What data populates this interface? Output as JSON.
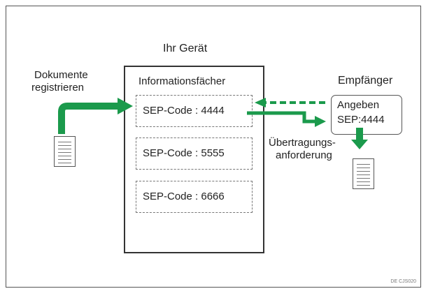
{
  "device": {
    "title": "Ihr Gerät",
    "box_title": "Informationsfächer",
    "slots": [
      "SEP-Code : 4444",
      "SEP-Code : 5555",
      "SEP-Code : 6666"
    ]
  },
  "register": {
    "line1": "Dokumente",
    "line2": "registrieren"
  },
  "receiver": {
    "title": "Empfänger",
    "line1": "Angeben",
    "line2": "SEP:4444"
  },
  "request": {
    "line1": "Übertragungs-",
    "line2": "anforderung"
  },
  "image_code": "DE CJS020",
  "colors": {
    "arrow_green": "#1b9a4c",
    "border": "#333333"
  }
}
